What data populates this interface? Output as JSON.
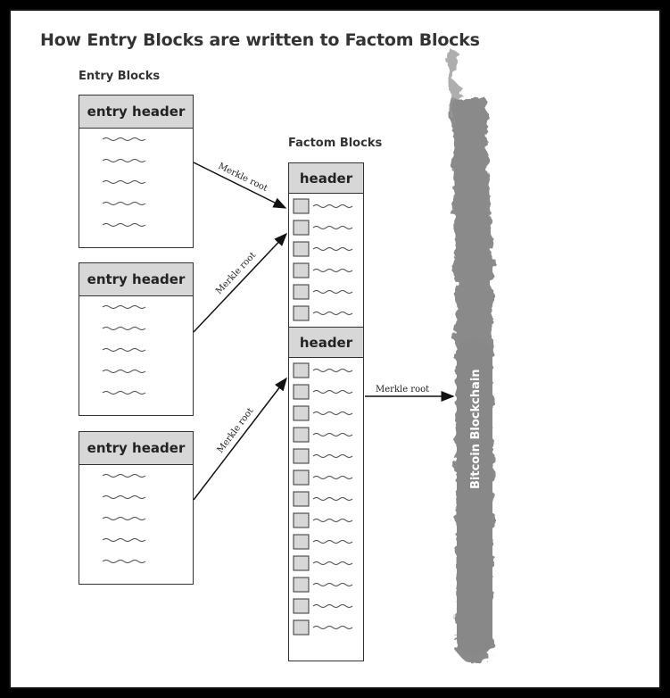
{
  "title": "How Entry Blocks are written to Factom Blocks",
  "entry_blocks_label": "Entry Blocks",
  "factom_blocks_label": "Factom Blocks",
  "entry_header_label": "entry header",
  "factom_header_label": "header",
  "merkle_root_label": "Merkle root",
  "bitcoin_label": "Bitcoin Blockchain",
  "colors": {
    "header_fill": "#d7d7d7",
    "blockchain": "#8a8a8a",
    "border": "#333333"
  },
  "entry_blocks": [
    {
      "header": "entry header",
      "entries": 5
    },
    {
      "header": "entry header",
      "entries": 5
    },
    {
      "header": "entry header",
      "entries": 5
    }
  ],
  "factom_blocks": [
    {
      "header": "header",
      "entries": 6
    },
    {
      "header": "header",
      "entries": 13
    }
  ]
}
